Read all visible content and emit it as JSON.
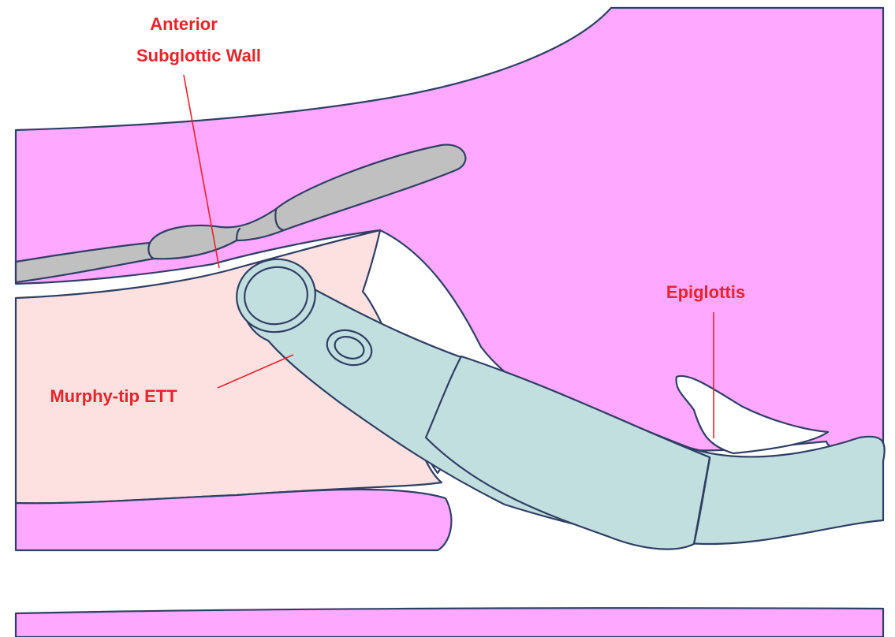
{
  "labels": {
    "anterior_line1": "Anterior",
    "anterior_line2": "Subglottic Wall",
    "epiglottis": "Epiglottis",
    "ett": "Murphy-tip ETT"
  },
  "colors": {
    "tissue_pink": "#ffa8ff",
    "trachea_lumen": "#fde1e1",
    "cartilage_gray": "#c0c0c0",
    "tube_teal": "#c2dfdf",
    "outline": "#2f3f64",
    "label_red": "#e8232a",
    "background": "#ffffff"
  }
}
